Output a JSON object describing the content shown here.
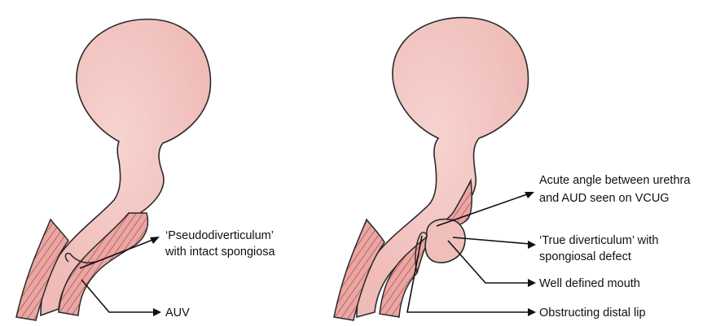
{
  "colors": {
    "tissue": "#f3c6c3",
    "tissue_shade": "#ecb4b0",
    "wall_fill": "#e9a7a3",
    "hatch": "#b64f55",
    "outline": "#2a2a2a"
  },
  "left_panel": {
    "labels": {
      "pseudo_line1": "‘Pseudodiverticulum’",
      "pseudo_line2": "with intact spongiosa",
      "auv": "AUV"
    }
  },
  "right_panel": {
    "labels": {
      "acute_line1": "Acute angle between urethra",
      "acute_line2": "and AUD seen on VCUG",
      "true_line1": "‘True diverticulum’ with",
      "true_line2": "spongiosal defect",
      "mouth": "Well defined mouth",
      "lip": "Obstructing distal lip"
    }
  }
}
